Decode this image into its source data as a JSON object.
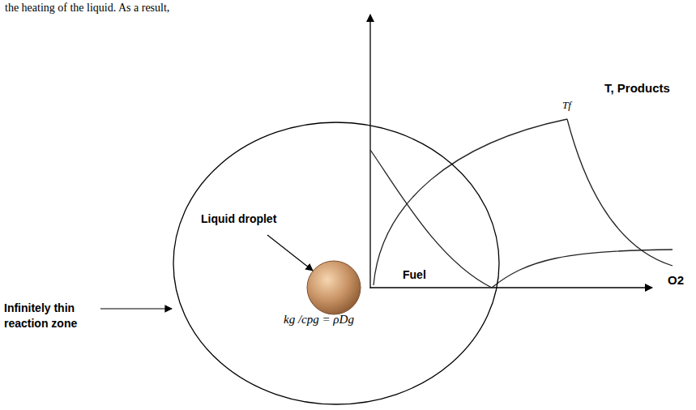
{
  "diagram": {
    "nodes": [
      {
        "text": [
          "kg /cpg = ρDg"
        ]
      }
    ],
    "labels": [
      "the heating of the liquid. As a result,",
      "Liquid droplet",
      "Fuel",
      "Infinitely thin reaction zone",
      "Tf",
      "T, Products",
      "O2"
    ]
  }
}
